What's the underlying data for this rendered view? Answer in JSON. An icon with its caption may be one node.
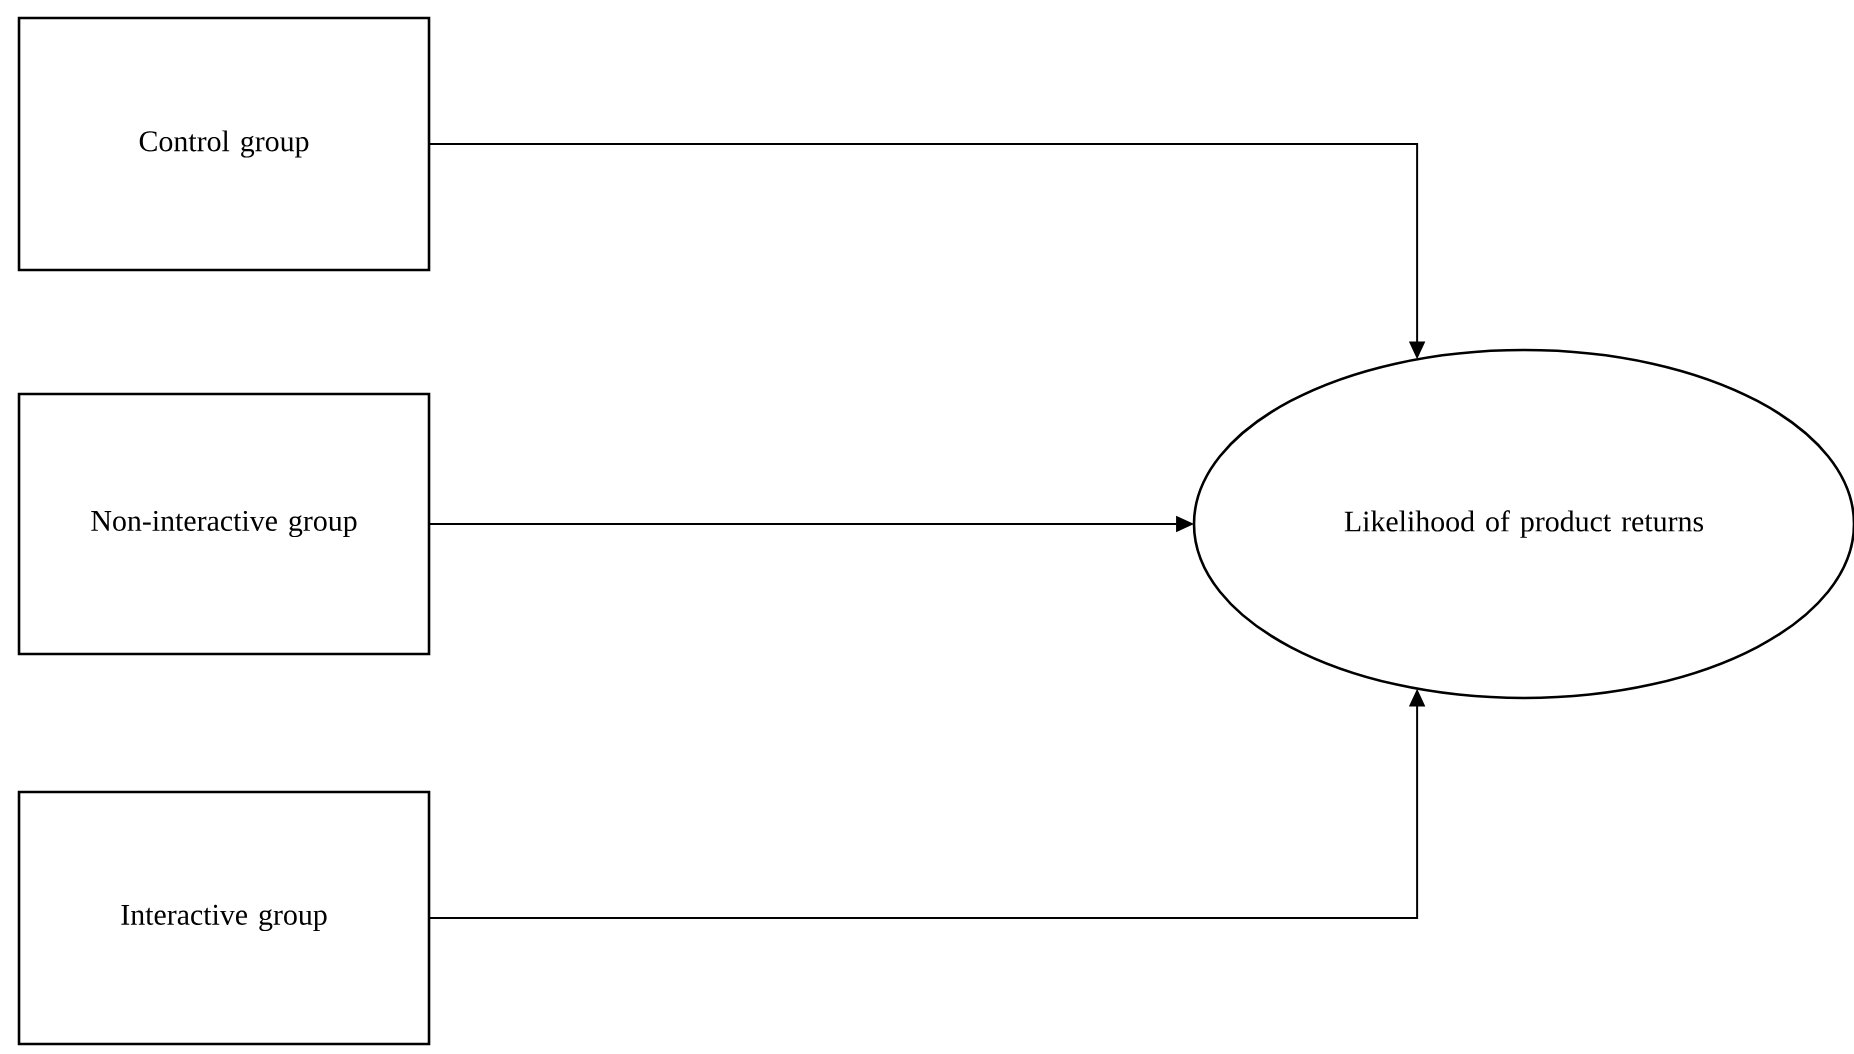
{
  "diagram": {
    "nodes": [
      {
        "text": [
          "Control group"
        ]
      },
      {
        "text": [
          "Non-interactive group"
        ]
      },
      {
        "text": [
          "Interactive group"
        ]
      },
      {
        "text": [
          "Likelihood of product returns"
        ]
      }
    ],
    "edges": [
      {
        "from": 0,
        "to": 3,
        "arrow": "to"
      },
      {
        "from": 1,
        "to": 3,
        "arrow": "to"
      },
      {
        "from": 2,
        "to": 3,
        "arrow": "to"
      }
    ]
  }
}
